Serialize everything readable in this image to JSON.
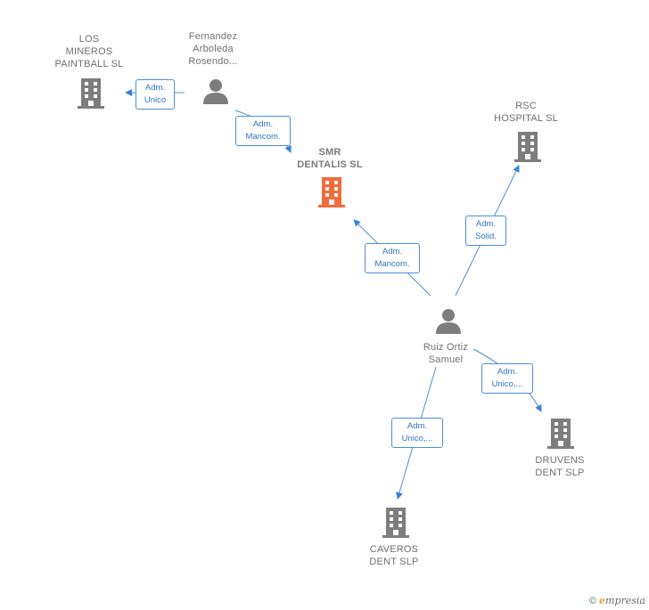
{
  "nodes": {
    "los_mineros": {
      "label": "LOS\nMINEROS\nPAINTBALL SL"
    },
    "fernandez": {
      "label": "Fernandez\nArboleda\nRosendo..."
    },
    "smr": {
      "label": "SMR\nDENTALIS  SL"
    },
    "rsc": {
      "label": "RSC\nHOSPITAL  SL"
    },
    "ruiz": {
      "label": "Ruiz Ortiz\nSamuel"
    },
    "druvens": {
      "label": "DRUVENS\nDENT  SLP"
    },
    "caveros": {
      "label": "CAVEROS\nDENT  SLP"
    }
  },
  "edges": {
    "fer_to_mineros": {
      "label": "Adm.\nUnico"
    },
    "fer_to_smr": {
      "label": "Adm.\nMancom."
    },
    "ruiz_to_smr": {
      "label": "Adm.\nMancom."
    },
    "ruiz_to_rsc": {
      "label": "Adm.\nSolid."
    },
    "ruiz_to_druvens": {
      "label": "Adm.\nUnico,..."
    },
    "ruiz_to_caveros": {
      "label": "Adm.\nUnico,..."
    }
  },
  "colors": {
    "company": "#7d7d7d",
    "company_main": "#f26b3a",
    "person": "#7d7d7d",
    "edge": "#4a90d9"
  },
  "footer": {
    "copyright": "©",
    "brand_e": "e",
    "brand_rest": "mpresia"
  }
}
